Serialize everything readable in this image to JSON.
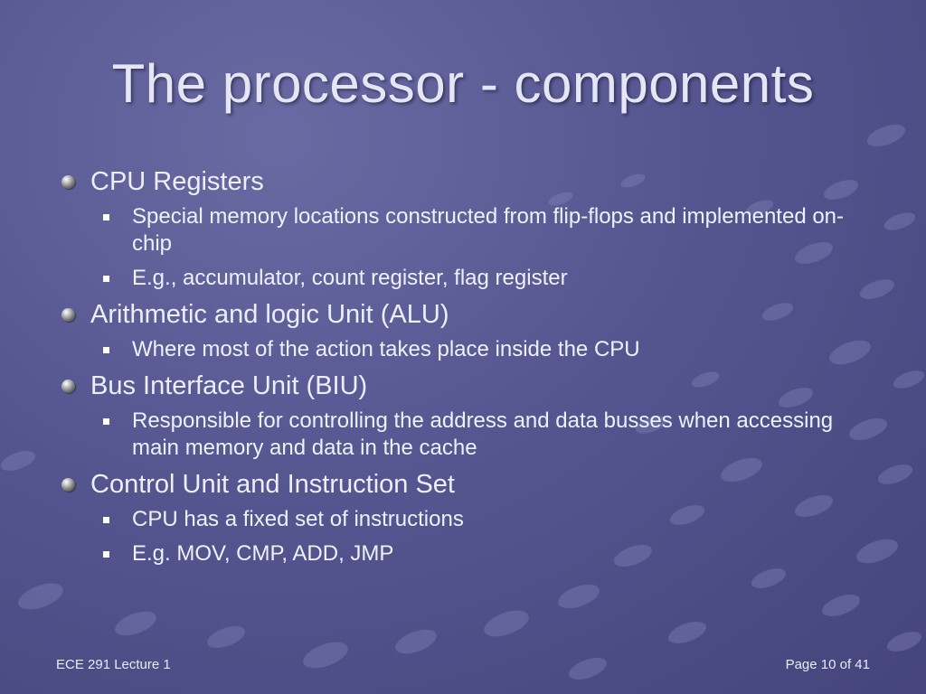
{
  "slide": {
    "title": "The processor - components",
    "sections": [
      {
        "heading": "CPU Registers",
        "items": [
          "Special memory locations constructed from flip-flops and implemented on-chip",
          "E.g., accumulator, count register, flag register"
        ]
      },
      {
        "heading": "Arithmetic and logic Unit (ALU)",
        "items": [
          "Where most of the action takes place inside the CPU"
        ]
      },
      {
        "heading": "Bus Interface Unit (BIU)",
        "items": [
          "Responsible for controlling the address and data busses when accessing main memory and data in the cache"
        ]
      },
      {
        "heading": "Control Unit and Instruction Set",
        "items": [
          "CPU has a fixed set of instructions",
          "E.g. MOV, CMP, ADD, JMP"
        ]
      }
    ]
  },
  "footer": {
    "left": "ECE 291 Lecture 1",
    "right": "Page 10 of 41"
  },
  "theme": {
    "background": "#555590",
    "text": "#eceef8"
  }
}
